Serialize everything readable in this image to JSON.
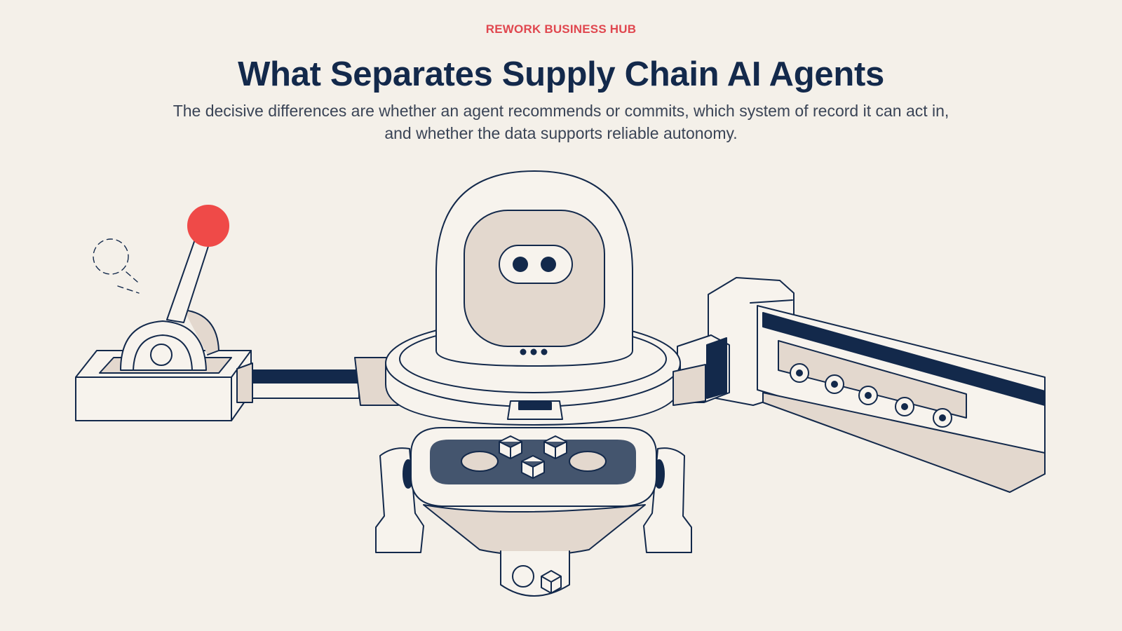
{
  "header": {
    "eyebrow": "REWORK BUSINESS HUB",
    "title": "What Separates Supply Chain AI Agents",
    "subtitle": "The decisive differences are whether an agent recommends or commits, which system of record it can act in, and whether the data supports reliable autonomy."
  },
  "illustration": {
    "subject": "robot-agent-icon",
    "colors": {
      "background": "#f4f0e9",
      "ink": "#13294b",
      "accent": "#ef4a48",
      "beige": "#e3d8ce",
      "light": "#f7f3ed"
    }
  }
}
